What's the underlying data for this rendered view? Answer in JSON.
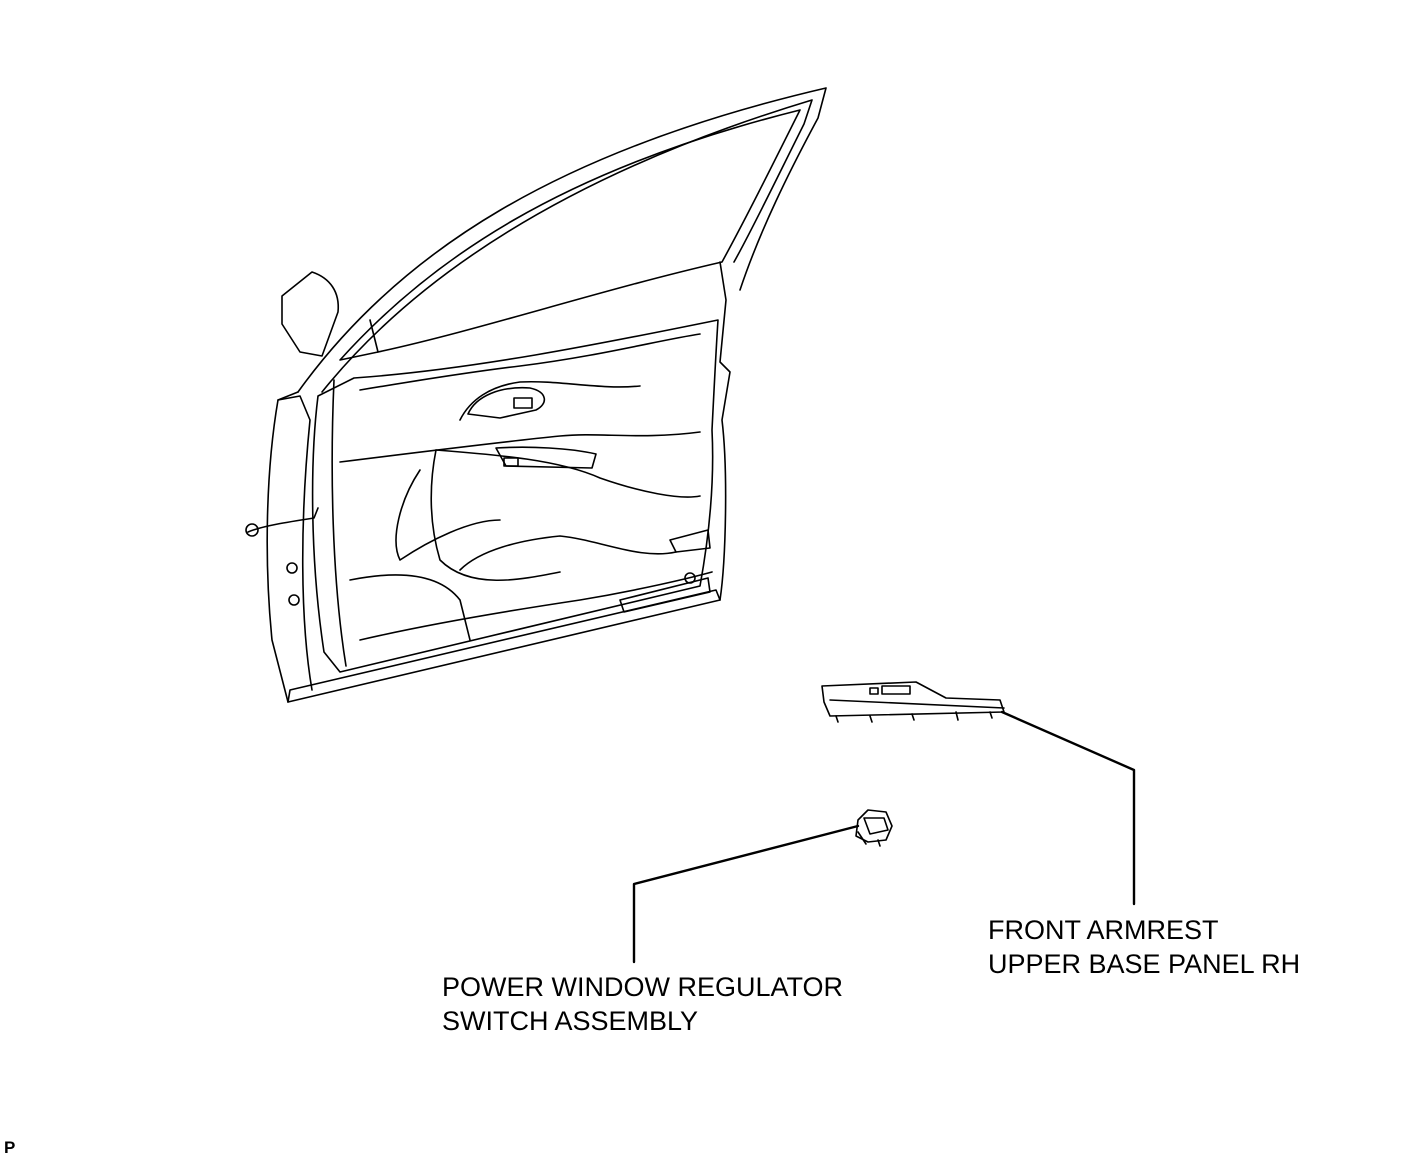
{
  "labels": {
    "switch": {
      "line1": "POWER WINDOW REGULATOR",
      "line2": "SWITCH ASSEMBLY"
    },
    "panel": {
      "line1": "FRONT ARMREST",
      "line2": "UPPER BASE PANEL RH"
    }
  },
  "corner_mark": "P",
  "colors": {
    "ink": "#000000",
    "paper": "#ffffff"
  }
}
